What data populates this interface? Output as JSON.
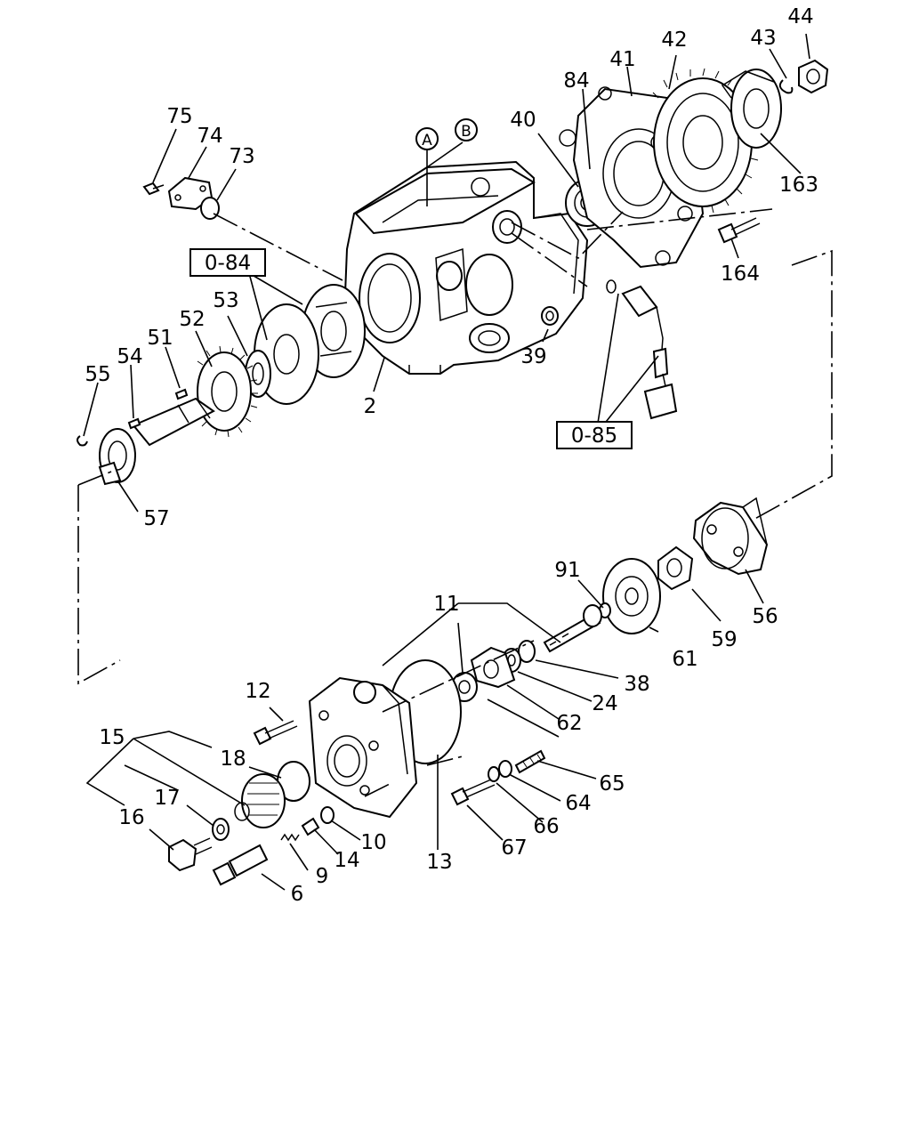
{
  "labels": {
    "p44": "44",
    "p43": "43",
    "p42": "42",
    "p41": "41",
    "p84": "84",
    "p40": "40",
    "p163": "163",
    "p164": "164",
    "p75": "75",
    "p74": "74",
    "p73": "73",
    "pA": "A",
    "pB": "B",
    "p2": "2",
    "p39": "39",
    "p53": "53",
    "p52": "52",
    "p51": "51",
    "p54": "54",
    "p55": "55",
    "p57": "57",
    "p91": "91",
    "p11": "11",
    "p61": "61",
    "p59": "59",
    "p56": "56",
    "p38": "38",
    "p24": "24",
    "p62": "62",
    "p12": "12",
    "p15": "15",
    "p18": "18",
    "p17": "17",
    "p16": "16",
    "p65": "65",
    "p64": "64",
    "p66": "66",
    "p67": "67",
    "p10": "10",
    "p14": "14",
    "p13": "13",
    "p9": "9",
    "p6": "6"
  },
  "refs": {
    "ref_084": "0-84",
    "ref_085": "0-85"
  }
}
